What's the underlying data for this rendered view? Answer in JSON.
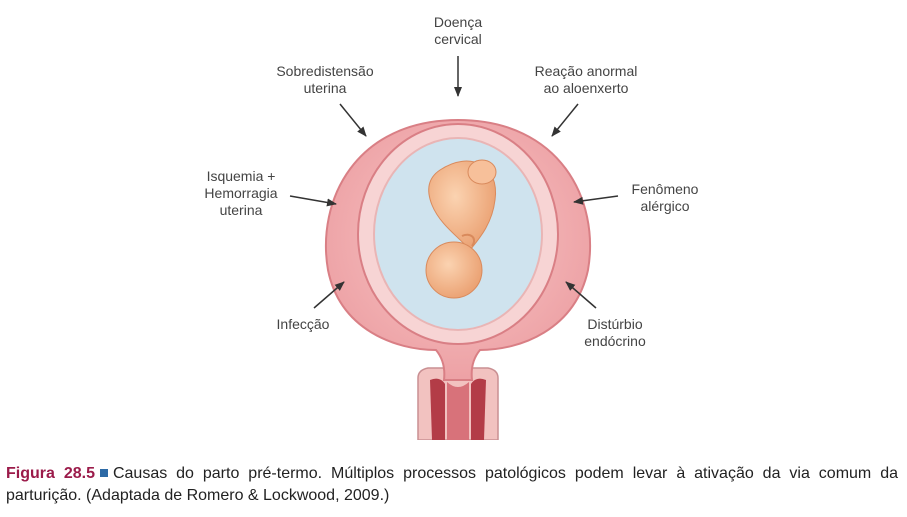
{
  "labels": {
    "top": "Doença\ncervical",
    "top_left": "Sobredistensão\nuterina",
    "top_right": "Reação anormal\nao aloenxerto",
    "left": "Isquemia +\nHemorragia\nuterina",
    "right": "Fenômeno\nalérgico",
    "bottom_left": "Infecção",
    "bottom_right": "Distúrbio\nendócrino"
  },
  "caption": {
    "figure_number": "Figura 28.5",
    "text": "Causas do parto pré-termo. Múltiplos processos patológicos podem levar à ativação da via comum da parturição. (Adaptada de Romero & Lockwood, 2009.)"
  },
  "colors": {
    "uterus_wall": "#f2a7aa",
    "uterus_edge": "#d97f85",
    "amniotic_fluid": "#cfe3ee",
    "fetus": "#f5b98d",
    "cervix": "#b33c47",
    "caption_accent": "#9b1b4a",
    "bullet": "#2d6aa6"
  }
}
